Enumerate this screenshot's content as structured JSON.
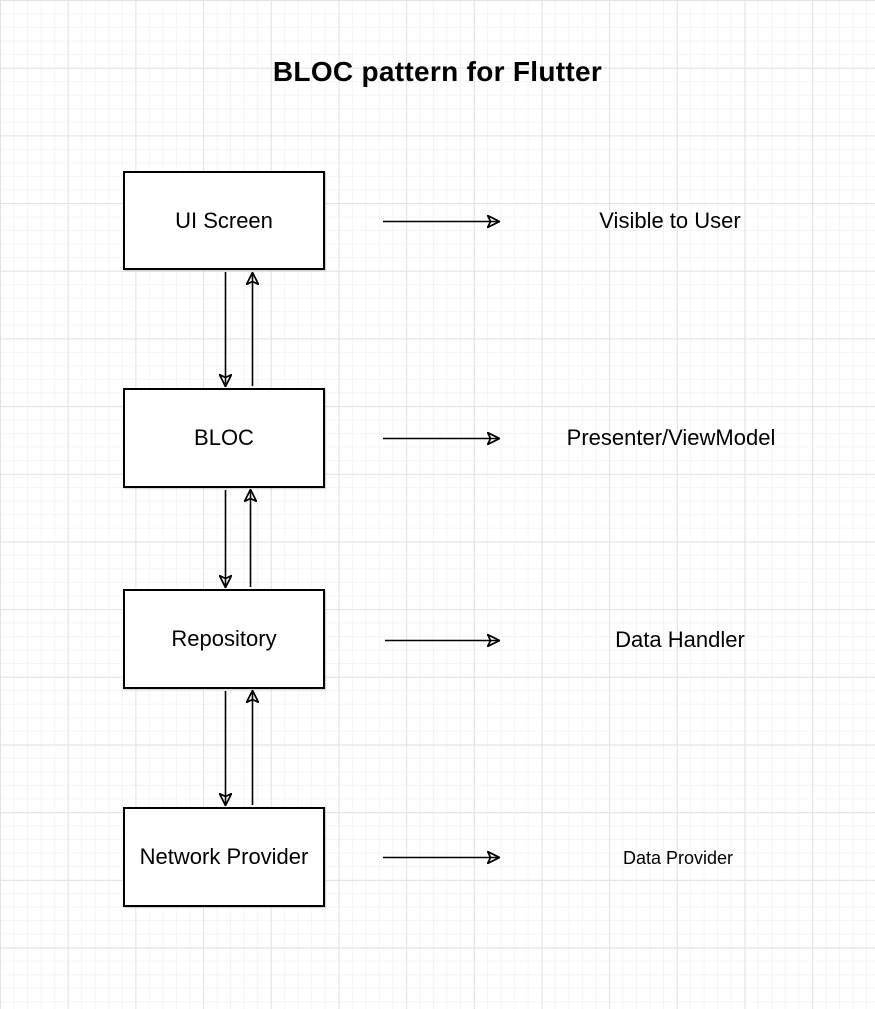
{
  "title": "BLOC pattern for Flutter",
  "nodes": [
    {
      "label": "UI Screen",
      "annotation": "Visible to User"
    },
    {
      "label": "BLOC",
      "annotation": "Presenter/ViewModel"
    },
    {
      "label": "Repository",
      "annotation": "Data Handler"
    },
    {
      "label": "Network Provider",
      "annotation": "Data Provider"
    }
  ],
  "edges": [
    {
      "from": "UI Screen",
      "to": "BLOC",
      "direction": "down"
    },
    {
      "from": "BLOC",
      "to": "UI Screen",
      "direction": "up"
    },
    {
      "from": "BLOC",
      "to": "Repository",
      "direction": "down"
    },
    {
      "from": "Repository",
      "to": "BLOC",
      "direction": "up"
    },
    {
      "from": "Repository",
      "to": "Network Provider",
      "direction": "down"
    },
    {
      "from": "Network Provider",
      "to": "Repository",
      "direction": "up"
    },
    {
      "from": "UI Screen",
      "to": "Visible to User",
      "direction": "right"
    },
    {
      "from": "BLOC",
      "to": "Presenter/ViewModel",
      "direction": "right"
    },
    {
      "from": "Repository",
      "to": "Data Handler",
      "direction": "right"
    },
    {
      "from": "Network Provider",
      "to": "Data Provider",
      "direction": "right"
    }
  ],
  "colors": {
    "stroke": "#000000",
    "text": "#000000",
    "node_fill": "#ffffff",
    "background": "#ffffff",
    "grid_minor": "#f4f4f4",
    "grid_major": "#e2e2e2"
  }
}
